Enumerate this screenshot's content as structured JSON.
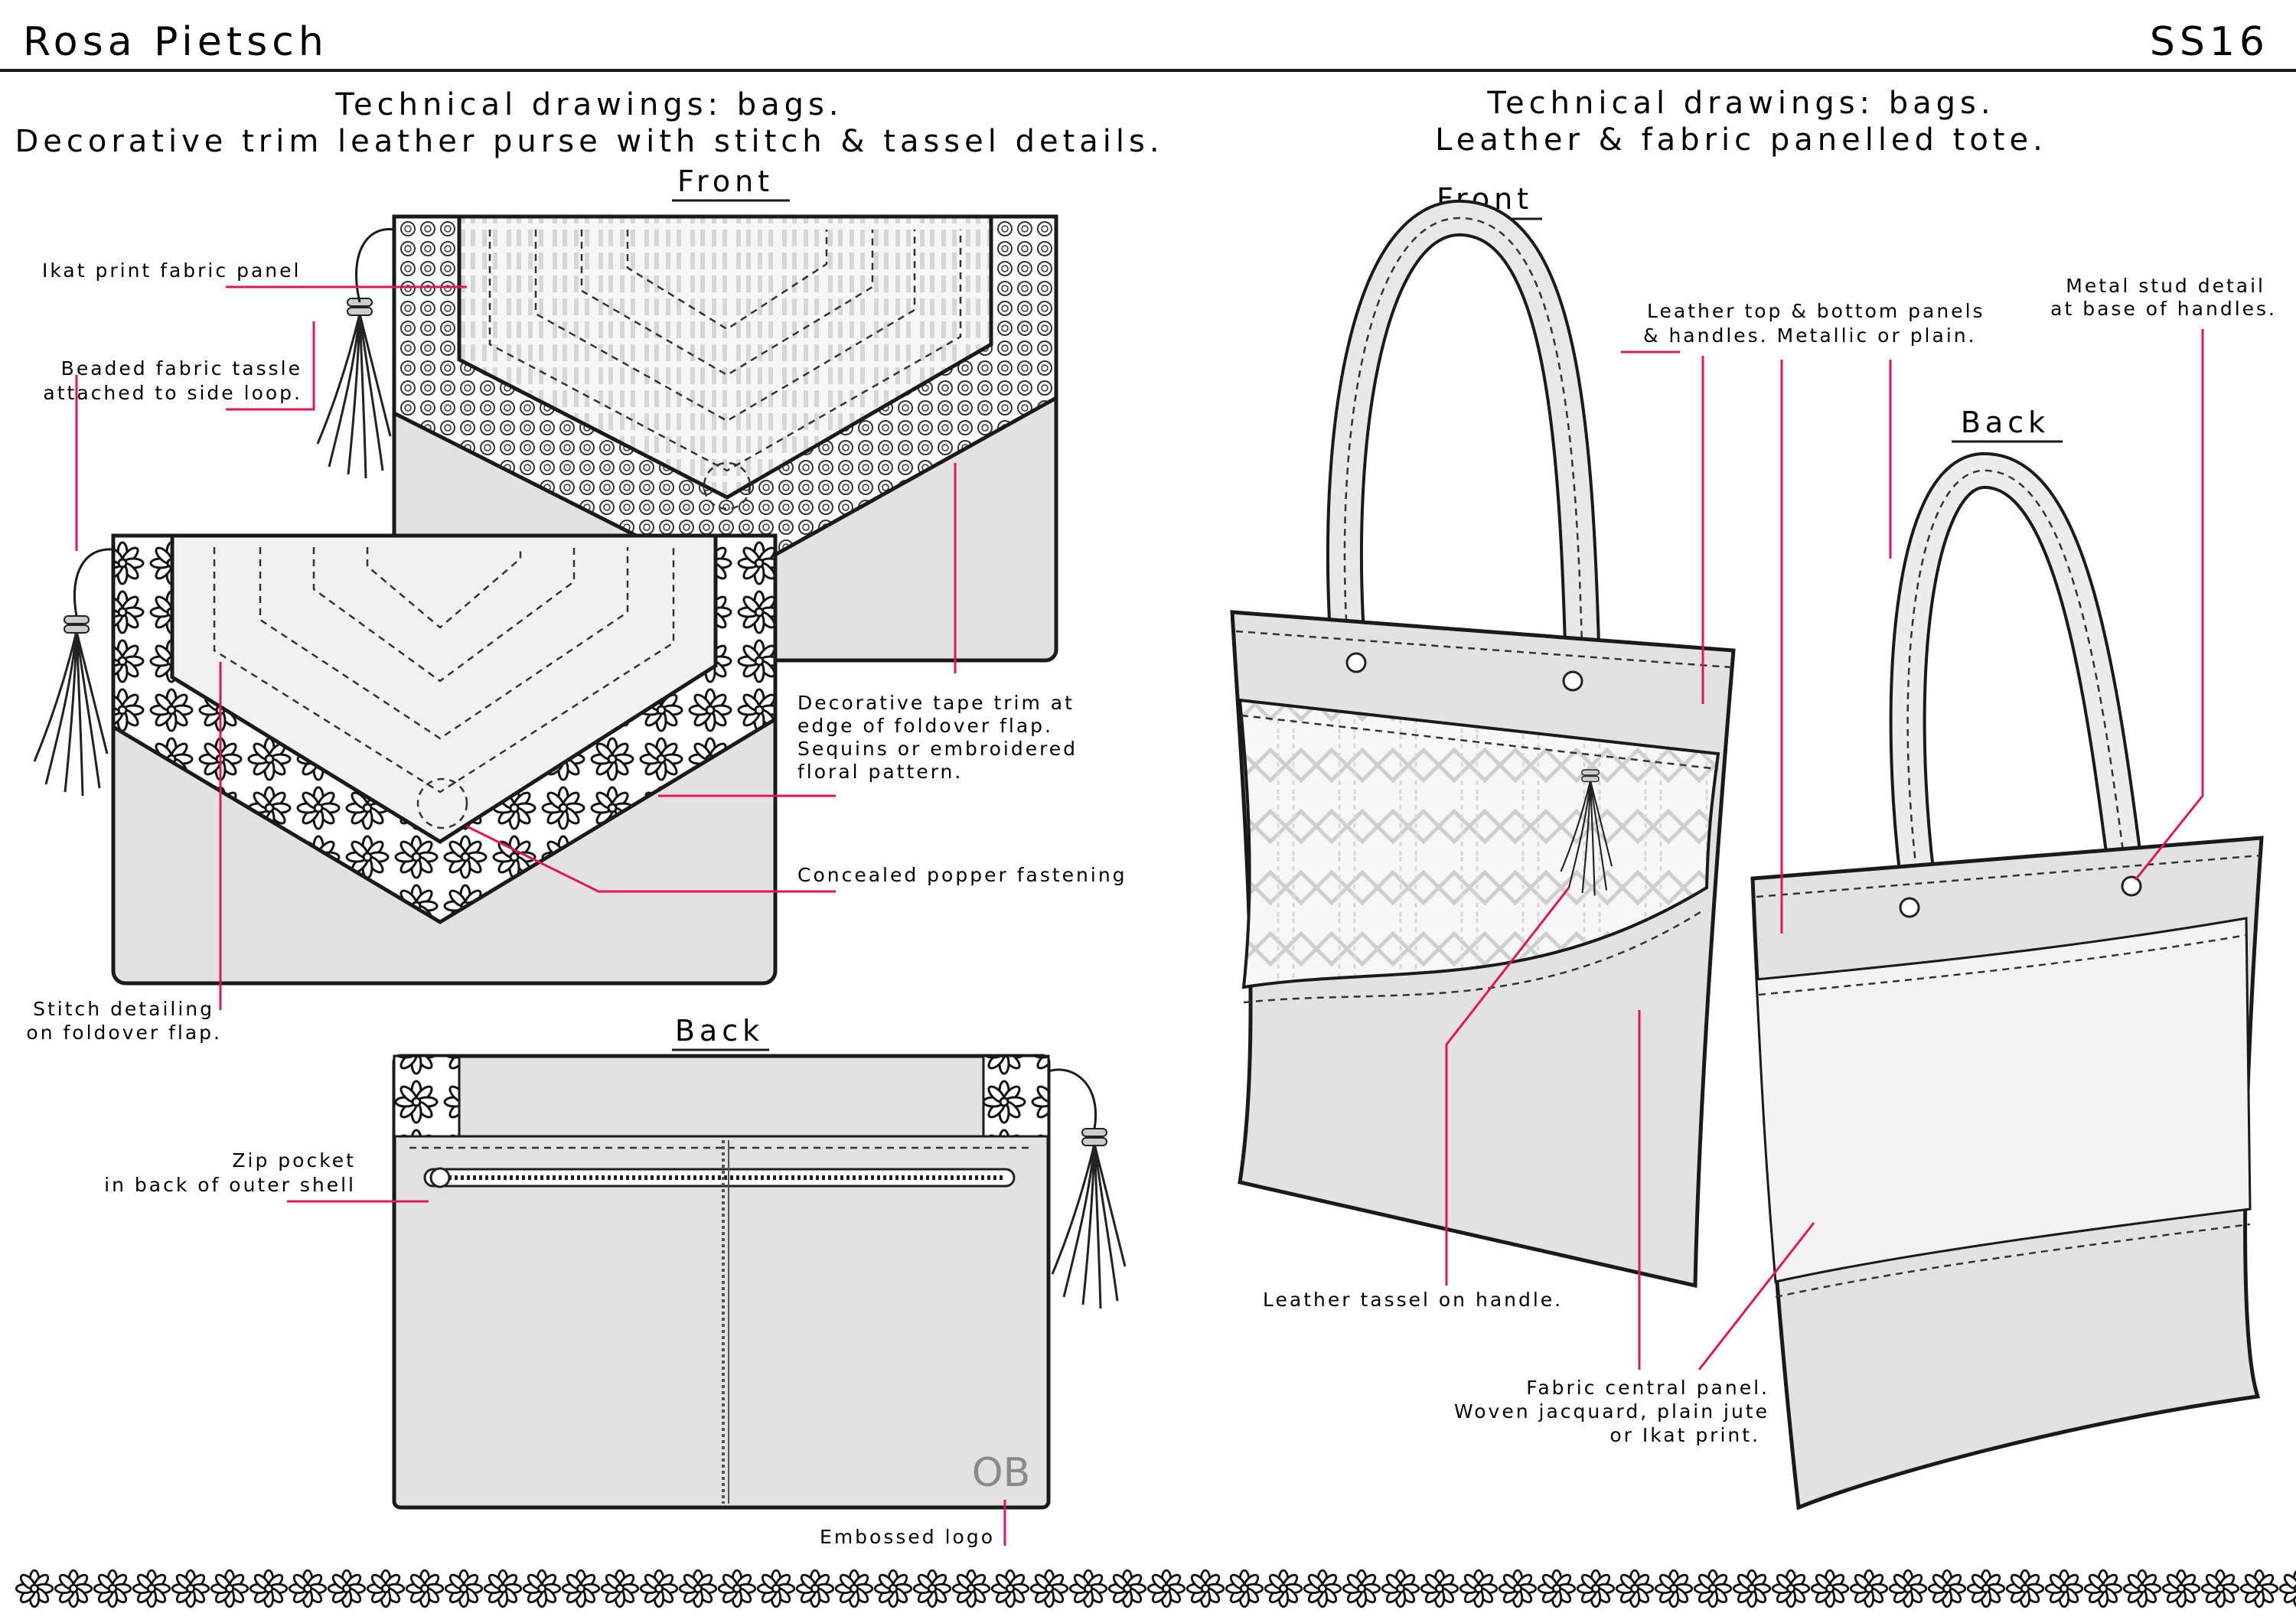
{
  "header": {
    "designer": "Rosa Pietsch",
    "season": "SS16"
  },
  "left": {
    "title_line1": "Technical drawings: bags.",
    "title_line2": "Decorative trim leather purse with stitch & tassel details.",
    "front_label": "Front",
    "back_label": "Back",
    "callouts": {
      "ikat": "Ikat print fabric panel",
      "tassel_1": "Beaded fabric tassle",
      "tassel_2": "attached to side loop.",
      "tape_1": "Decorative tape trim at",
      "tape_2": "edge of foldover flap.",
      "tape_3": "Sequins or embroidered",
      "tape_4": "floral pattern.",
      "popper": "Concealed popper fastening",
      "stitch_1": "Stitch detailing",
      "stitch_2": "on foldover flap.",
      "zip_1": "Zip pocket",
      "zip_2": "in back of outer shell",
      "embossed": "Embossed logo"
    },
    "logo_text": "OB"
  },
  "right": {
    "title_line1": "Technical drawings: bags.",
    "title_line2": "Leather & fabric panelled tote.",
    "front_label": "Front",
    "back_label": "Back",
    "callouts": {
      "leather_1": "Leather top & bottom panels",
      "leather_2": "& handles. Metallic or plain.",
      "stud_1": "Metal stud detail",
      "stud_2": "at base of handles.",
      "tassel": "Leather tassel on handle.",
      "fabric_1": "Fabric central panel.",
      "fabric_2": "Woven jacquard, plain jute",
      "fabric_3": "or Ikat print."
    }
  },
  "colors": {
    "callout_line": "#e2145c",
    "bag_fill": "#e2e2e2",
    "ink": "#1a1a1a"
  },
  "icons": [
    "flower-motif",
    "tassel",
    "zip",
    "stud"
  ]
}
